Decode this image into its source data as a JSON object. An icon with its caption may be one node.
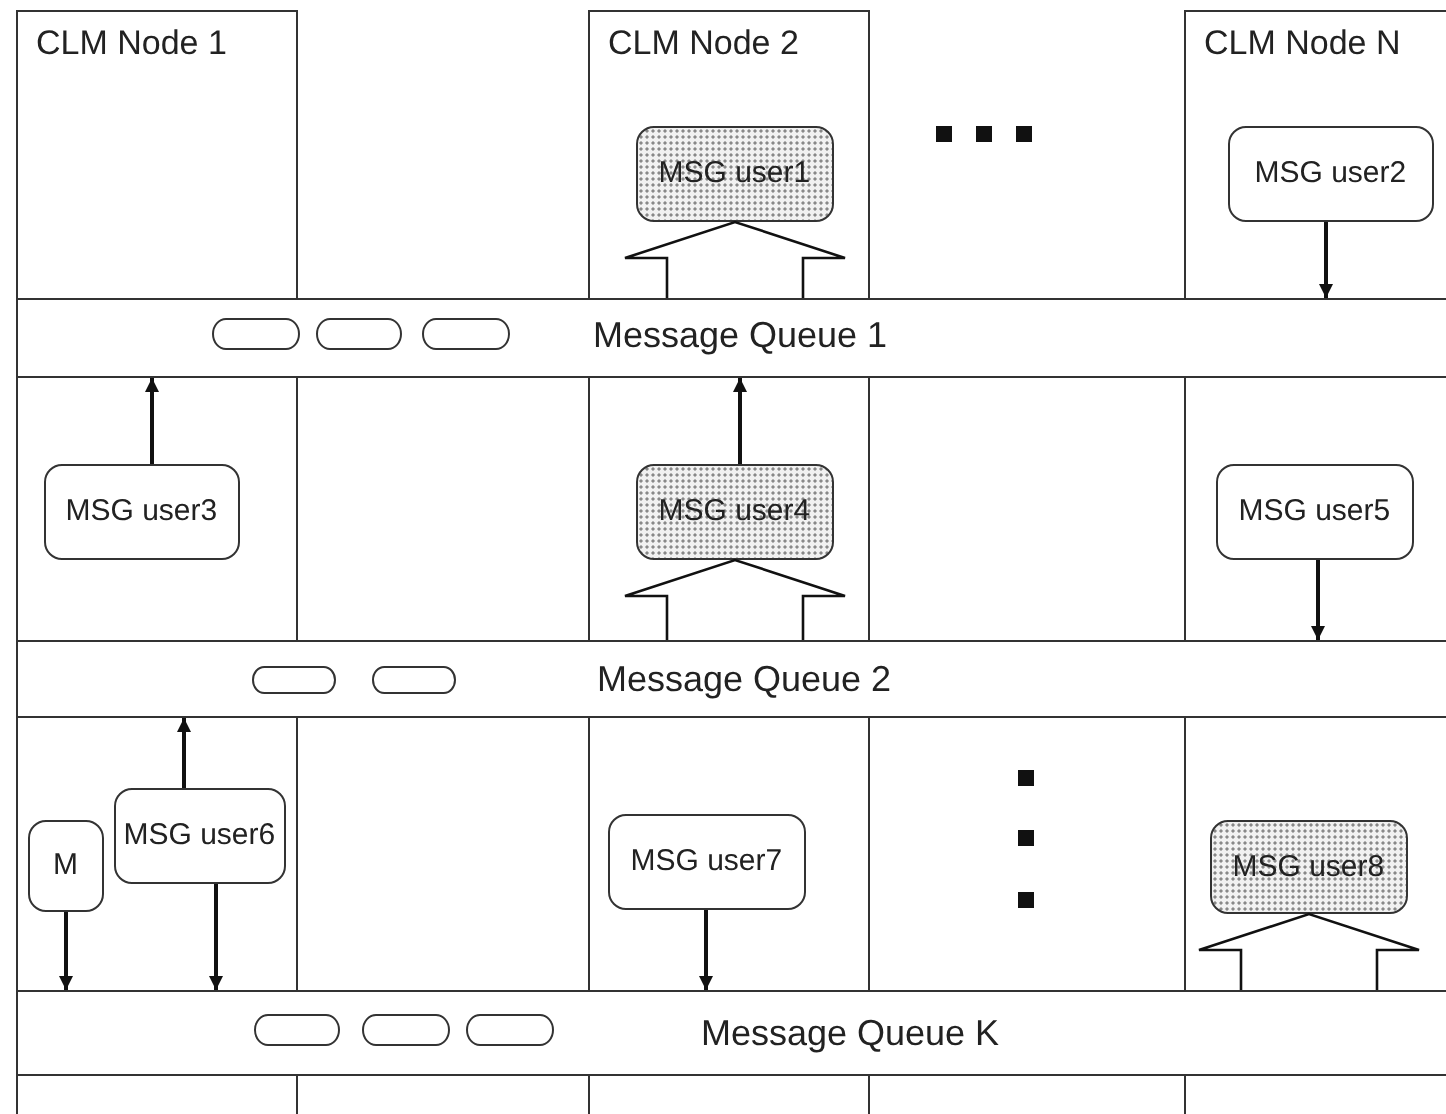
{
  "diagram": {
    "nodes": [
      {
        "text": [
          "CLM Node 1"
        ]
      },
      {
        "text": [
          "CLM Node 2"
        ]
      },
      {
        "text": [
          "CLM Node N"
        ]
      },
      {
        "text": [
          "MSG user1"
        ],
        "in": 1
      },
      {
        "text": [
          "MSG user2"
        ],
        "in": 2
      },
      {
        "text": [
          "Message Queue 1"
        ]
      },
      {
        "text": [],
        "shape": "oval"
      },
      {
        "text": [],
        "shape": "oval",
        "in": 5
      },
      {
        "text": [],
        "shape": "oval",
        "in": 5
      },
      {
        "text": [
          "MSG user3"
        ],
        "in": 0
      },
      {
        "text": [
          "MSG user4"
        ],
        "in": 1
      },
      {
        "text": [
          "MSG user5"
        ],
        "in": 2
      },
      {
        "text": [
          "Message Queue 2"
        ]
      },
      {
        "text": [],
        "shape": "oval",
        "in": 12
      },
      {
        "text": [],
        "shape": "oval",
        "in": 12
      },
      {
        "text": [
          "M"
        ],
        "in": 0
      },
      {
        "text": [
          "MSG user6"
        ],
        "in": 0
      },
      {
        "text": [
          "MSG user7"
        ],
        "in": 1
      },
      {
        "text": [
          "MSG user8"
        ],
        "in": 2
      },
      {
        "text": [
          "Message Queue K"
        ]
      },
      {
        "text": [],
        "shape": "oval",
        "in": 19
      },
      {
        "text": [],
        "shape": "oval",
        "in": 19
      },
      {
        "text": [],
        "shape": "oval",
        "in": 19
      }
    ],
    "edges": [
      {
        "from": 4,
        "to": 5,
        "arrow": "to"
      },
      {
        "from": 5,
        "to": 3,
        "arrow": "to",
        "style": "thick"
      },
      {
        "from": 9,
        "to": 5,
        "arrow": "to"
      },
      {
        "from": 10,
        "to": 5,
        "arrow": "to"
      },
      {
        "from": 12,
        "to": 10,
        "arrow": "to",
        "style": "thick"
      },
      {
        "from": 11,
        "to": 12,
        "arrow": "to"
      },
      {
        "from": 16,
        "to": 12,
        "arrow": "to"
      },
      {
        "from": 15,
        "to": 19,
        "arrow": "to"
      },
      {
        "from": 16,
        "to": 19,
        "arrow": "to"
      },
      {
        "from": 17,
        "to": 19,
        "arrow": "to"
      },
      {
        "from": 19,
        "to": 18,
        "arrow": "to",
        "style": "thick"
      }
    ]
  }
}
